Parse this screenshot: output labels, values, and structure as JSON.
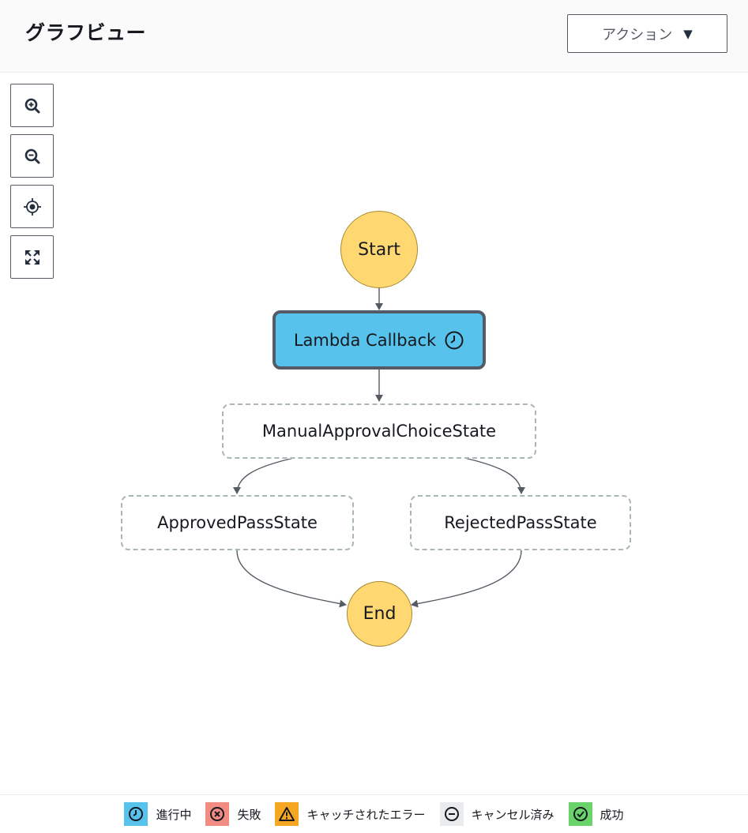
{
  "header": {
    "title": "グラフビュー",
    "action_label": "アクション",
    "action_caret": "▼"
  },
  "zoom_controls": [
    {
      "name": "zoom-in-icon"
    },
    {
      "name": "zoom-out-icon"
    },
    {
      "name": "center-icon"
    },
    {
      "name": "fit-to-screen-icon"
    }
  ],
  "graph": {
    "start": "Start",
    "lambda": "Lambda Callback",
    "choice": "ManualApprovalChoiceState",
    "approved": "ApprovedPassState",
    "rejected": "RejectedPassState",
    "end": "End"
  },
  "legend": {
    "in_progress": {
      "label": "進行中",
      "color": "#57c3ec",
      "icon": "clock-icon"
    },
    "failed": {
      "label": "失敗",
      "color": "#f28b82",
      "icon": "x-circle-icon"
    },
    "caught_error": {
      "label": "キャッチされたエラー",
      "color": "#f5a623",
      "icon": "warning-icon"
    },
    "cancelled": {
      "label": "キャンセル済み",
      "color": "#e9ebed",
      "icon": "minus-circle-icon"
    },
    "succeeded": {
      "label": "成功",
      "color": "#6ad26b",
      "icon": "check-circle-icon"
    }
  },
  "colors": {
    "start_end_fill": "#ffd872",
    "active_fill": "#57c3ec",
    "edge": "#545b64"
  }
}
